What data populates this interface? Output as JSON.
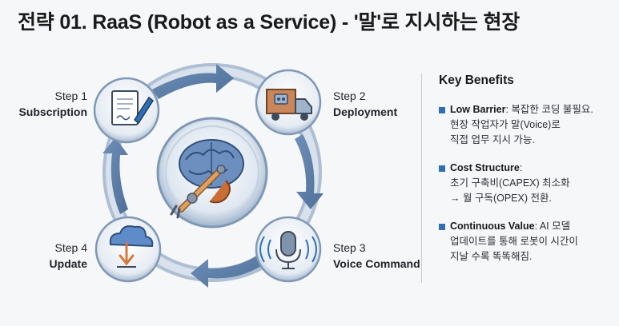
{
  "title": "전략 01. RaaS (Robot as a Service) - '말'로 지시하는 현장",
  "steps": [
    {
      "num": "Step 1",
      "name": "Subscription",
      "icon": "contract-pen-icon"
    },
    {
      "num": "Step 2",
      "name": "Deployment",
      "icon": "delivery-truck-robot-icon"
    },
    {
      "num": "Step 3",
      "name": "Voice Command",
      "icon": "microphone-icon"
    },
    {
      "num": "Step 4",
      "name": "Update",
      "icon": "cloud-download-icon"
    }
  ],
  "center_icon": "ai-brain-robot-arm-icon",
  "benefits_title": "Key Benefits",
  "benefits": [
    {
      "name": "Low Barrier",
      "sep": ": ",
      "first": "복잡한 코딩 불필요.",
      "lines": [
        "현장 작업자가 말(Voice)로",
        "직접 업무 지시 가능."
      ]
    },
    {
      "name": "Cost Structure",
      "sep": ":",
      "first": "",
      "lines": [
        "초기 구축비(CAPEX) 최소화",
        "→ 월 구독(OPEX) 전환."
      ]
    },
    {
      "name": "Continuous Value",
      "sep": ": ",
      "first": "AI 모델",
      "lines": [
        "업데이트를 통해 로봇이 시간이",
        "지날 수록 똑똑해짐."
      ]
    }
  ],
  "colors": {
    "accent": "#2f6fb6",
    "ring": "#8fa6c0",
    "arrow": "#5b7fa8"
  }
}
